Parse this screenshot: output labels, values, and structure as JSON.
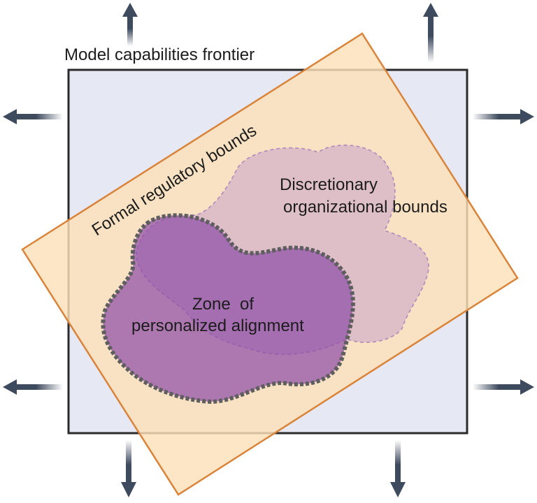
{
  "diagram": {
    "labels": {
      "frontier": "Model capabilities frontier",
      "regulatory": "Formal regulatory bounds",
      "discretionary_line1": "Discretionary",
      "discretionary_line2": "organizational bounds",
      "zone_line1": "Zone",
      "zone_line2": "of",
      "zone_line3": "personalized alignment"
    },
    "colors": {
      "frontier_fill": "#E6E9F3",
      "frontier_stroke": "#2B2B2B",
      "regulatory_fill": "#FCE0B8",
      "regulatory_stroke": "#D9843A",
      "discretionary_fill": "#C9A3CC",
      "discretionary_stroke": "#B58FBC",
      "zone_fill": "#8E4FA8",
      "zone_stroke": "#5E5E5E",
      "arrow": "#3E4A5E"
    },
    "arrows": [
      {
        "direction": "up"
      },
      {
        "direction": "up"
      },
      {
        "direction": "left"
      },
      {
        "direction": "right"
      },
      {
        "direction": "left"
      },
      {
        "direction": "right"
      },
      {
        "direction": "down"
      },
      {
        "direction": "down"
      }
    ]
  }
}
